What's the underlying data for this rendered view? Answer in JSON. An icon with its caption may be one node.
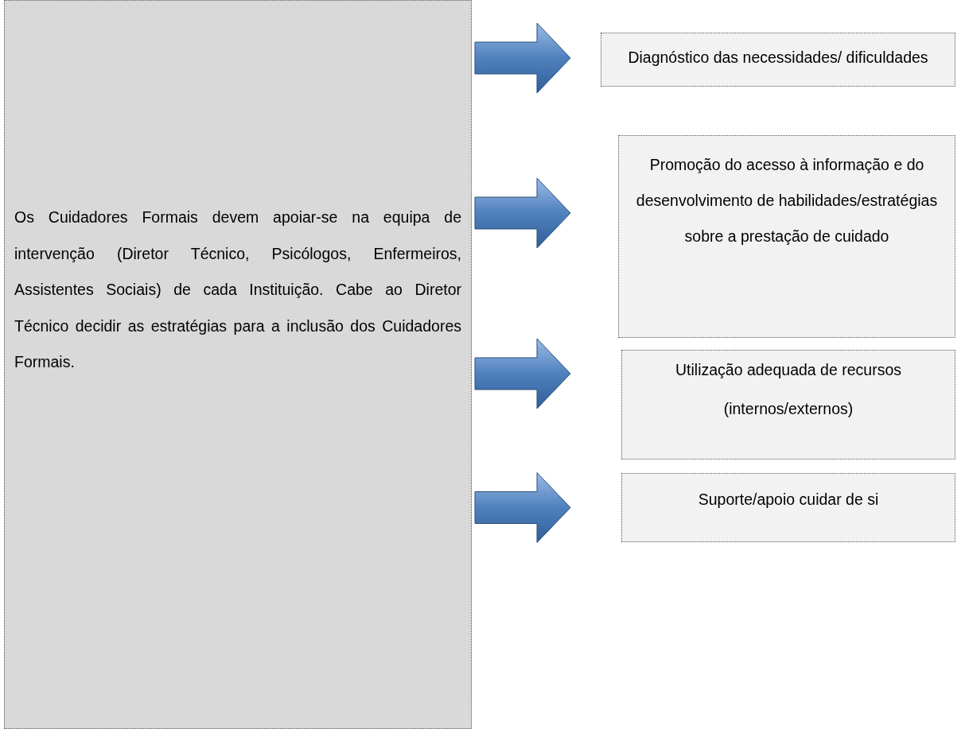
{
  "diagram": {
    "nodes": [
      {
        "text": [
          "Os Cuidadores Formais devem apoiar-se na equipa de intervenção (Diretor Técnico, Psicólogos, Enfermeiros, Assistentes Sociais) de cada Instituição. Cabe ao Diretor Técnico decidir as estratégias para a inclusão dos Cuidadores Formais."
        ]
      },
      {
        "text": [
          "Diagnóstico das necessidades/ dificuldades"
        ]
      },
      {
        "text": [
          "Promoção do acesso à informação e do desenvolvimento de habilidades/estratégias sobre a prestação de cuidado"
        ]
      },
      {
        "text": [
          "Utilização adequada de recursos",
          "(internos/externos)"
        ]
      },
      {
        "text": [
          "Suporte/apoio cuidar de si"
        ]
      }
    ],
    "edges": [
      {
        "from": 0,
        "to": 1,
        "arrow": "to",
        "style": "thick"
      },
      {
        "from": 0,
        "to": 2,
        "arrow": "to",
        "style": "thick"
      },
      {
        "from": 0,
        "to": 3,
        "arrow": "to",
        "style": "thick"
      },
      {
        "from": 0,
        "to": 4,
        "arrow": "to",
        "style": "thick"
      }
    ]
  }
}
